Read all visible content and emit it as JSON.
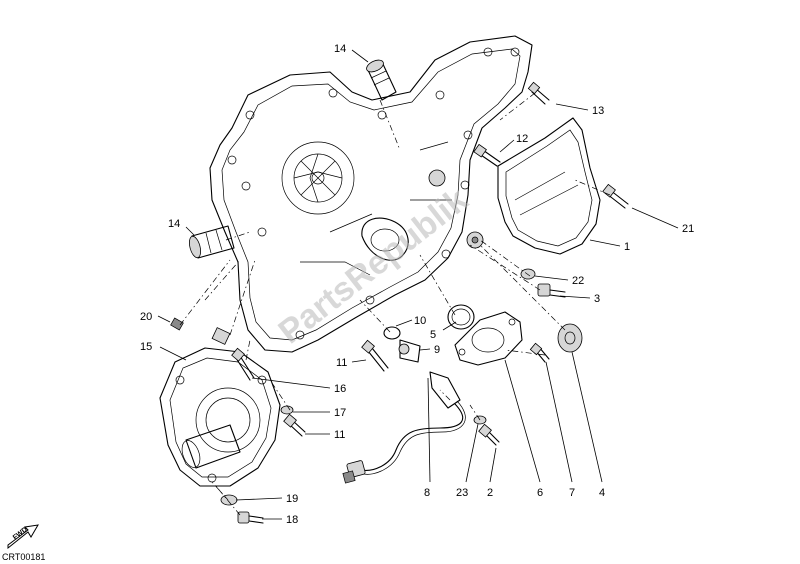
{
  "diagram": {
    "drawing_code": "CRT00181",
    "watermark": "PartsRepublik",
    "fwd_badge": "FWD",
    "callouts": [
      "14",
      "13",
      "12",
      "14",
      "21",
      "1",
      "22",
      "3",
      "20",
      "10",
      "5",
      "15",
      "9",
      "11",
      "16",
      "17",
      "11",
      "19",
      "18",
      "8",
      "23",
      "2",
      "6",
      "7",
      "4"
    ]
  }
}
